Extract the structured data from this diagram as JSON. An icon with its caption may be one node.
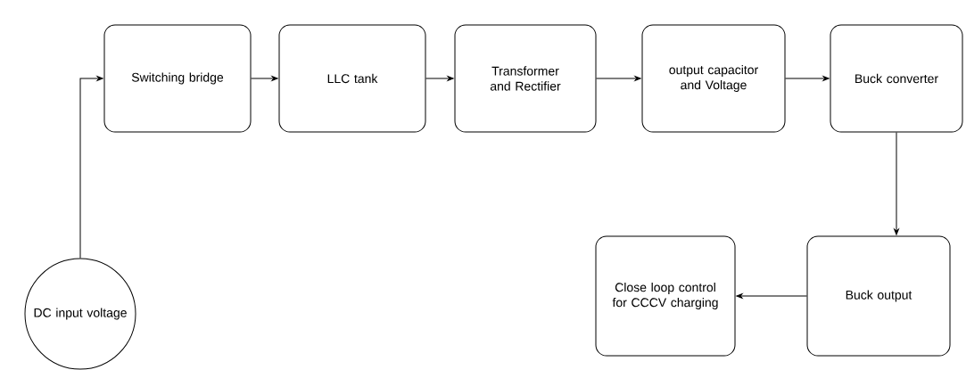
{
  "diagram": {
    "nodes": [
      {
        "text": [
          "DC input voltage"
        ]
      },
      {
        "text": [
          "Switching bridge"
        ]
      },
      {
        "text": [
          "LLC tank"
        ]
      },
      {
        "text": [
          "Transformer and Rectifier"
        ]
      },
      {
        "text": [
          "output capacitor and Voltage"
        ]
      },
      {
        "text": [
          "Buck converter"
        ]
      },
      {
        "text": [
          "Buck output"
        ]
      },
      {
        "text": [
          "Close loop control for CCCV charging"
        ]
      }
    ],
    "edges": [
      {
        "from": 0,
        "to": 1,
        "arrow": "to"
      },
      {
        "from": 1,
        "to": 2,
        "arrow": "to"
      },
      {
        "from": 2,
        "to": 3,
        "arrow": "to"
      },
      {
        "from": 3,
        "to": 4,
        "arrow": "to"
      },
      {
        "from": 4,
        "to": 5,
        "arrow": "to"
      },
      {
        "from": 5,
        "to": 6,
        "arrow": "to"
      },
      {
        "from": 6,
        "to": 7,
        "arrow": "to"
      }
    ]
  }
}
